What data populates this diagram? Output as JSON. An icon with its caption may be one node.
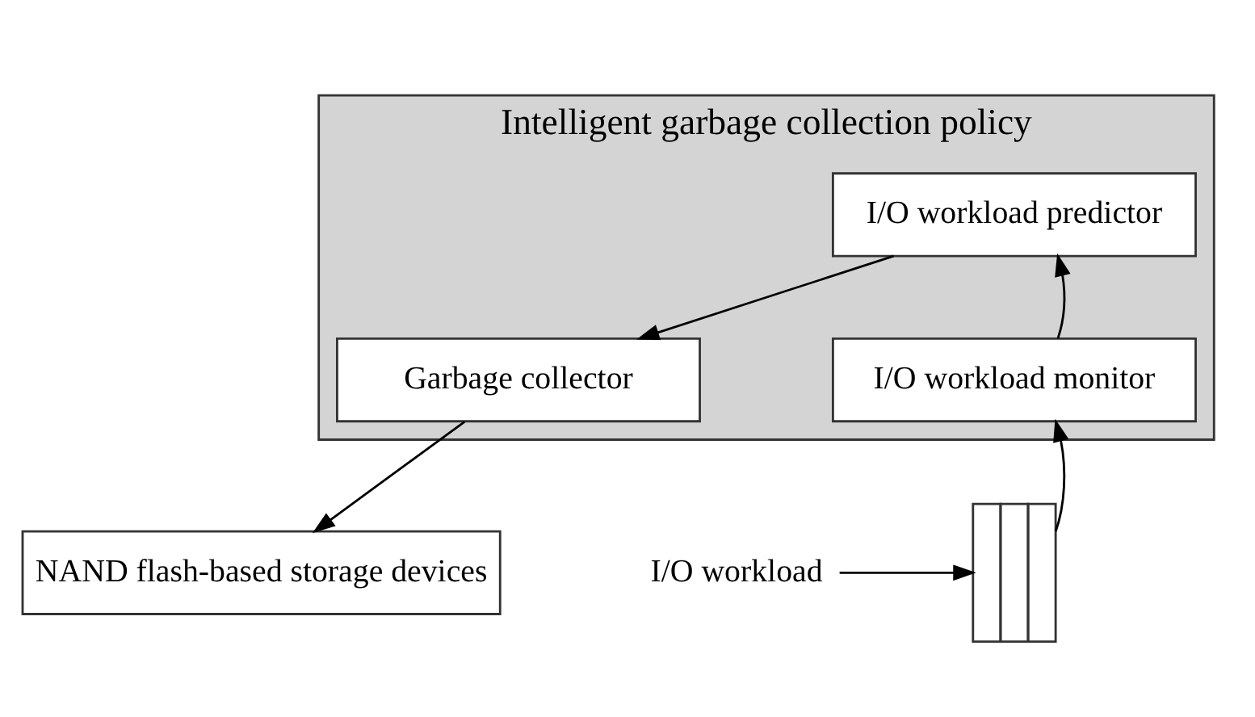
{
  "diagram": {
    "nodes": [
      {
        "text": [
          "Intelligent garbage collection policy"
        ]
      },
      {
        "text": [
          "I/O workload predictor"
        ],
        "in": 0
      },
      {
        "text": [
          "I/O workload monitor"
        ],
        "in": 0
      },
      {
        "text": [
          "Garbage collector"
        ],
        "in": 0
      },
      {
        "text": [
          "NAND flash-based storage devices"
        ]
      },
      {
        "text": [
          "I/O workload"
        ]
      },
      {
        "text": [],
        "shape": "box"
      }
    ],
    "edges": [
      {
        "from": 2,
        "to": 1,
        "arrow": "to"
      },
      {
        "from": 1,
        "to": 3,
        "arrow": "to"
      },
      {
        "from": 3,
        "to": 4,
        "arrow": "to"
      },
      {
        "from": 6,
        "to": 2,
        "arrow": "to"
      },
      {
        "from": 5,
        "to": 6,
        "arrow": "to"
      }
    ]
  }
}
